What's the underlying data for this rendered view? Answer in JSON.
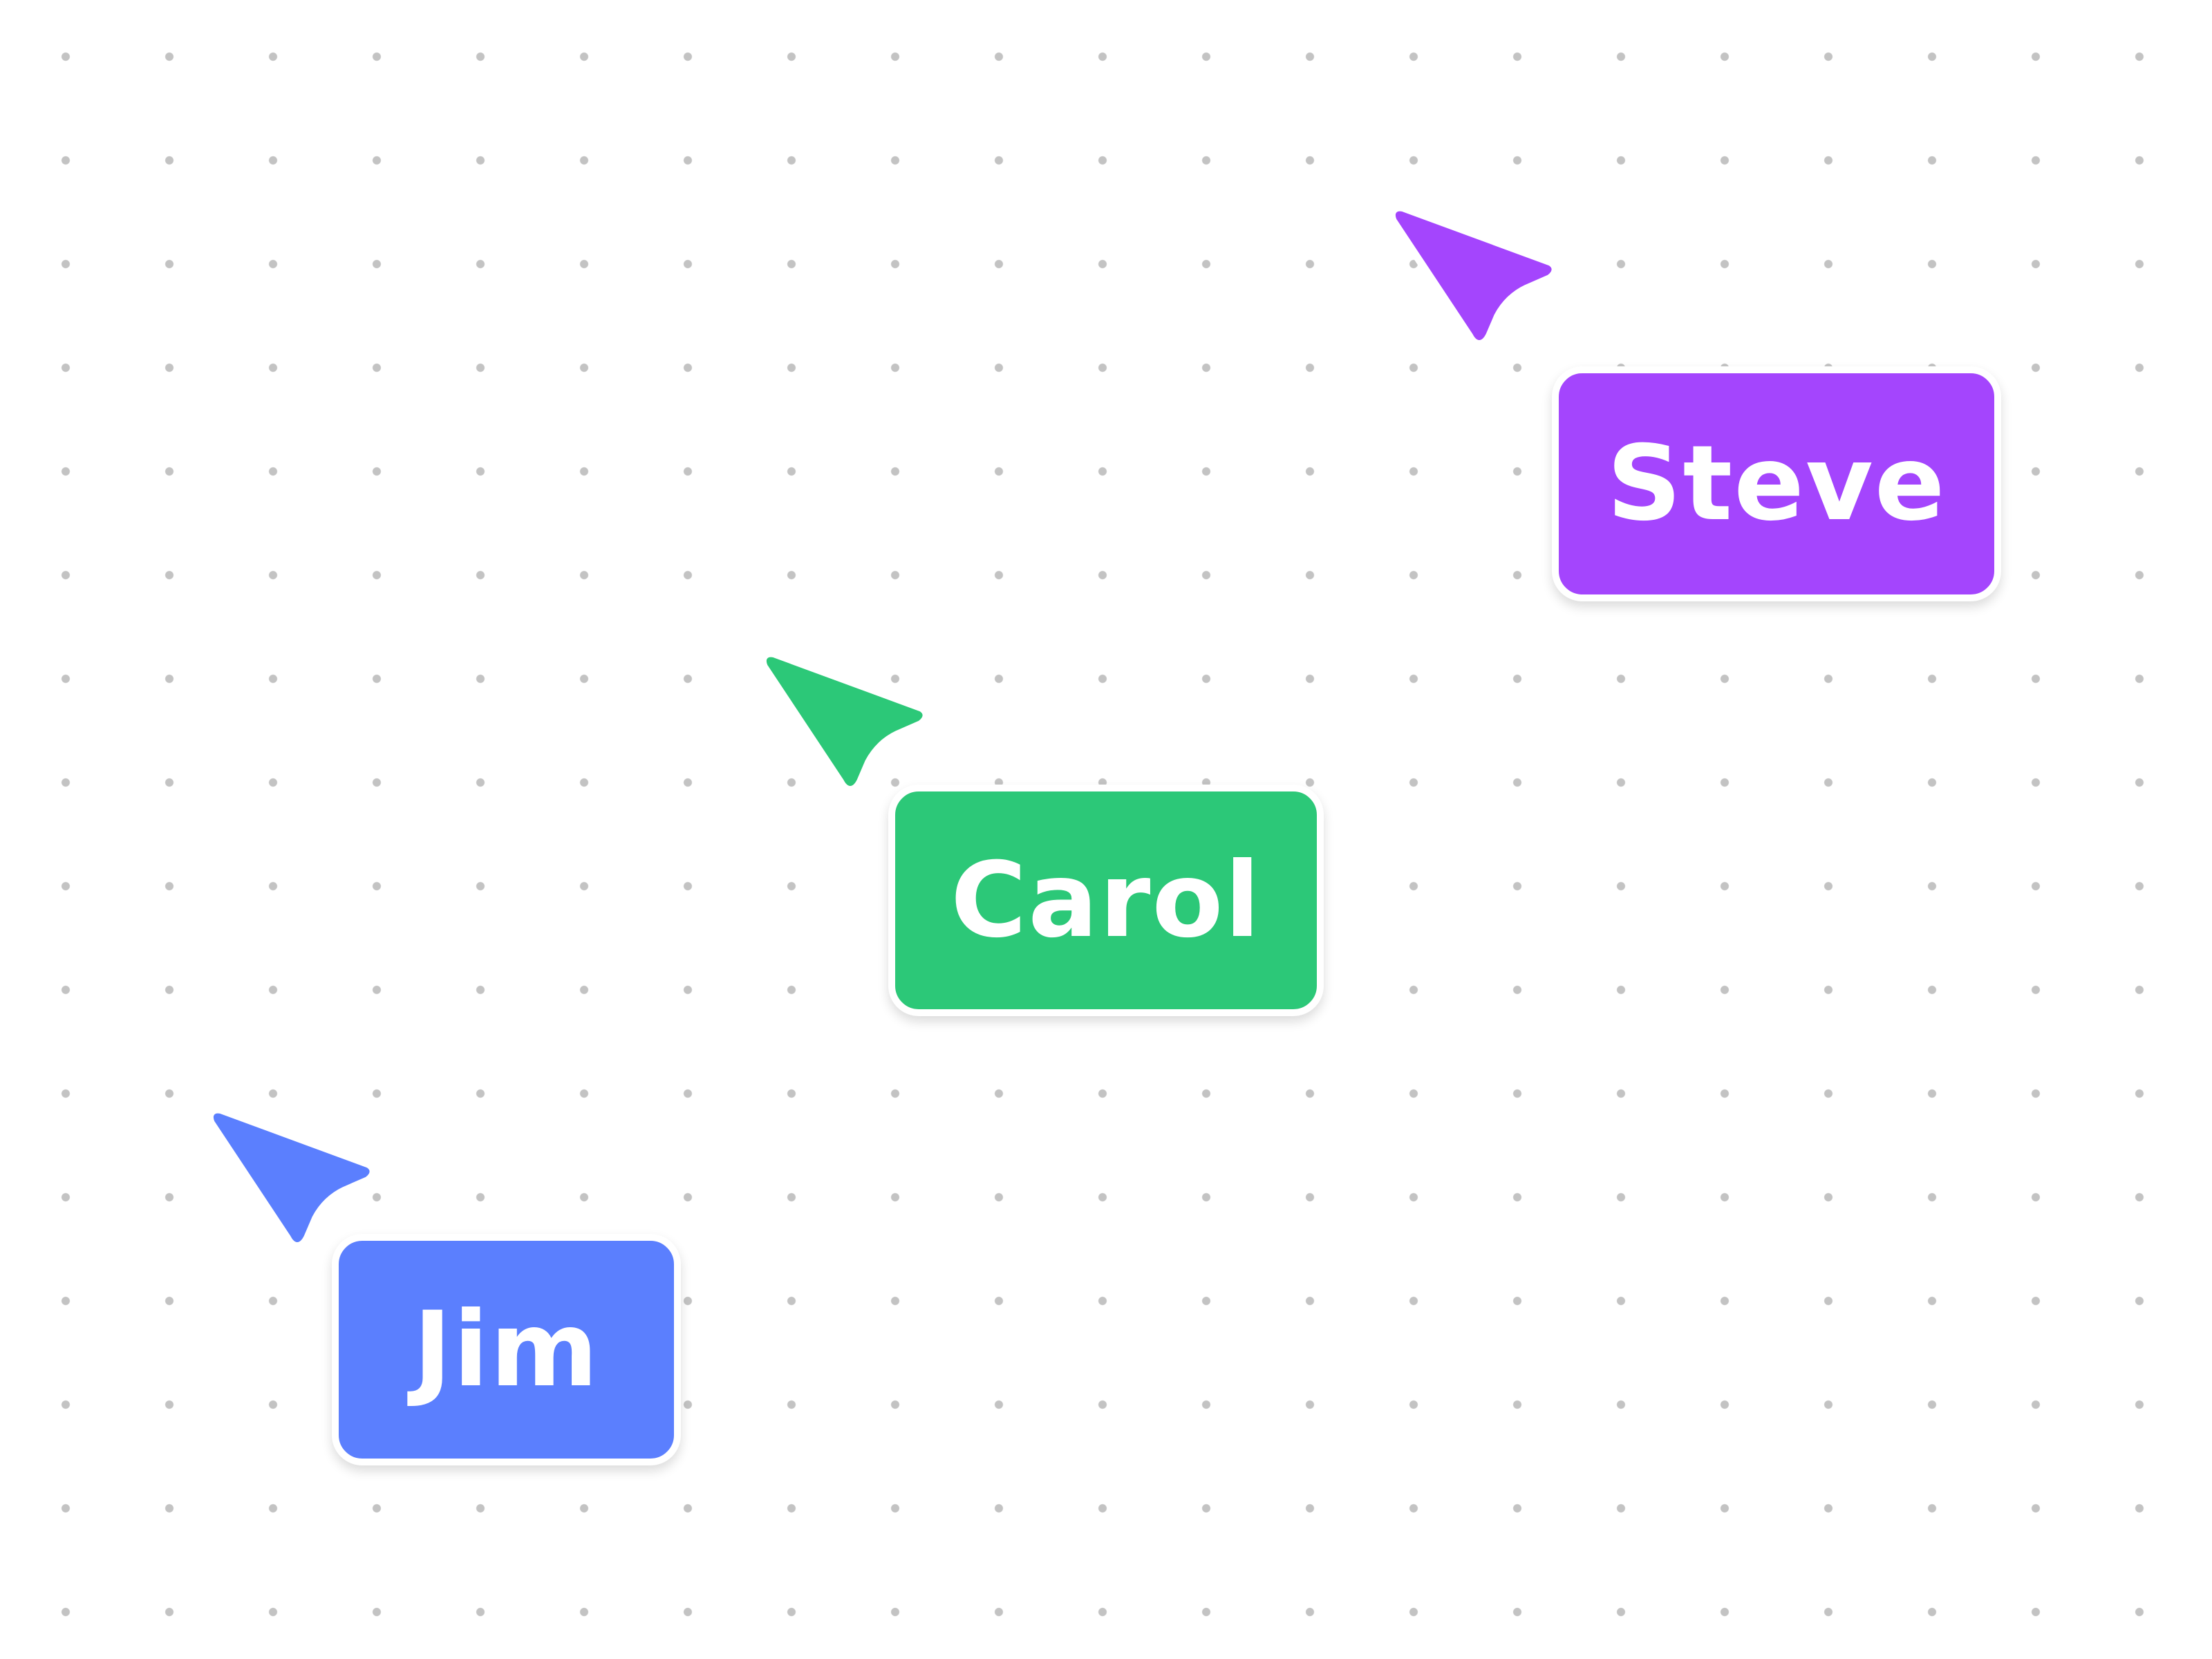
{
  "canvas": {
    "background": "dot-grid",
    "background_color": "#ffffff",
    "dot_color": "#c3c3c3"
  },
  "cursors": [
    {
      "name": "Steve",
      "color": "#a445fd",
      "icon": "pointer-arrow-icon"
    },
    {
      "name": "Carol",
      "color": "#2cc878",
      "icon": "pointer-arrow-icon"
    },
    {
      "name": "Jim",
      "color": "#5b7ffe",
      "icon": "pointer-arrow-icon"
    }
  ]
}
